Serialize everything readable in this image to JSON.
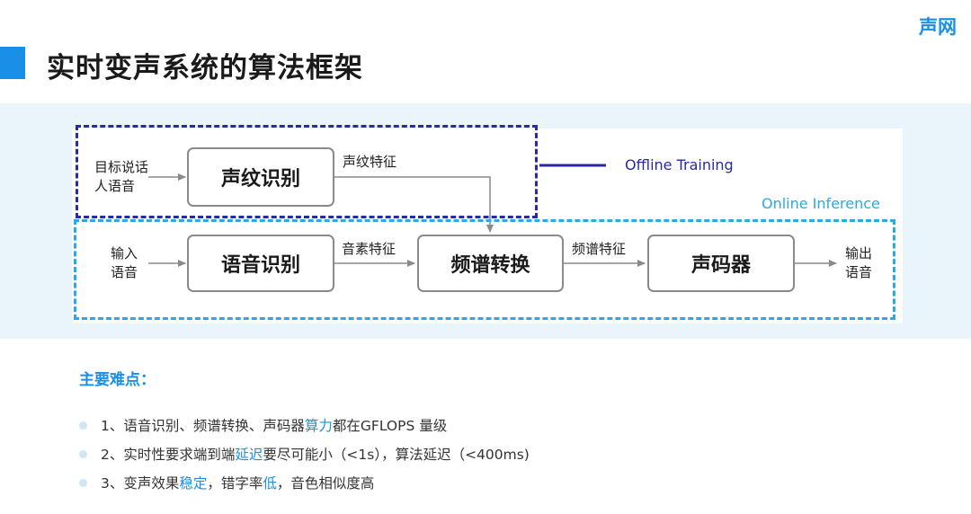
{
  "header": {
    "title": "实时变声系统的算法框架",
    "logo": "声网"
  },
  "diagram": {
    "nodes": {
      "voiceprint": "声纹识别",
      "asr": "语音识别",
      "spectrum": "频谱转换",
      "vocoder": "声码器"
    },
    "labels": {
      "target_line1": "目标说话",
      "target_line2": "人语音",
      "input_line1": "输入",
      "input_line2": "语音",
      "output_line1": "输出",
      "output_line2": "语音",
      "voiceprint_feature": "声纹特征",
      "phoneme_feature": "音素特征",
      "spectrum_feature": "频谱特征"
    },
    "legend": {
      "offline": "Offline Training",
      "online": "Online Inference"
    },
    "colors": {
      "offline": "#2a2aa0",
      "online": "#2aa8e8",
      "arrow": "#8a8a8a"
    }
  },
  "difficulties": {
    "title": "主要难点：",
    "items": [
      {
        "pre": "1、语音识别、频谱转换、声码器",
        "hl": "算力",
        "mid": "都在GFLOPS 量级",
        "hl2": "",
        "post": ""
      },
      {
        "pre": "2、实时性要求端到端",
        "hl": "延迟",
        "mid": "要尽可能小（<1s），算法延迟（<400ms)",
        "hl2": "",
        "post": ""
      },
      {
        "pre": "3、变声效果",
        "hl": "稳定",
        "mid": "，错字率",
        "hl2": "低",
        "post": "，音色相似度高"
      }
    ]
  },
  "accent_color": "#1a8fe8"
}
